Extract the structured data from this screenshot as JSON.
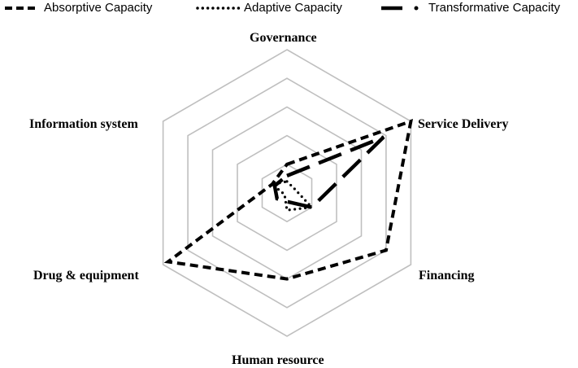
{
  "chart_data": {
    "type": "radar",
    "axes": [
      "Governance",
      "Service  Delivery",
      "Financing",
      "Human resource",
      "Drug & equipment",
      "Information system"
    ],
    "rlim": [
      0,
      5
    ],
    "rings": 5,
    "grid": true,
    "legend_position": "top",
    "series": [
      {
        "name": "Absorptive Capacity",
        "style": "dashed",
        "values": [
          1.0,
          5.0,
          4.0,
          3.0,
          4.8,
          0.6
        ]
      },
      {
        "name": "Adaptive Capacity",
        "style": "dotted",
        "values": [
          0.4,
          0.3,
          1.0,
          0.6,
          0.1,
          0.6
        ]
      },
      {
        "name": "Transformative Capacity",
        "style": "long-dash",
        "values": [
          0.6,
          3.9,
          1.0,
          0.3,
          0.4,
          0.5
        ]
      }
    ],
    "colors": {
      "series": "#000000",
      "grid": "#bfbfbf"
    }
  }
}
